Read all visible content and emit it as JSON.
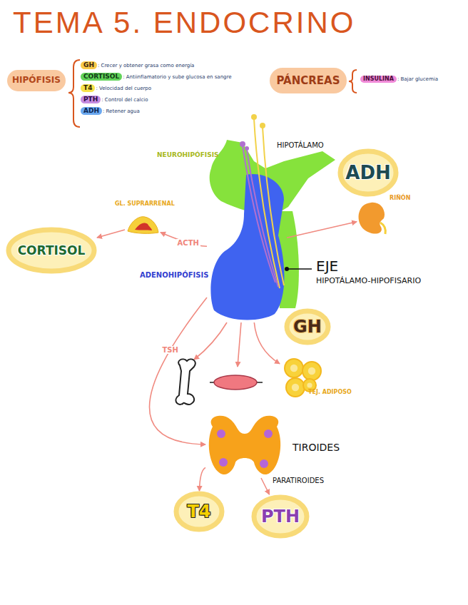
{
  "diagram": {
    "title": "TEMA 5. ENDOCRINO",
    "nodes": [
      {
        "text": [
          "HIPÓFISIS"
        ]
      },
      {
        "text": [
          "PÁNCREAS"
        ]
      },
      {
        "text": [
          "ADH"
        ]
      },
      {
        "text": [
          "CORTISOL"
        ]
      },
      {
        "text": [
          "GH"
        ]
      },
      {
        "text": [
          "T4"
        ]
      },
      {
        "text": [
          "PTH"
        ]
      },
      {
        "text": [
          "ADENOHIPÓFISIS"
        ]
      },
      {
        "text": [
          "GL. SUPRARRENAL"
        ]
      },
      {
        "text": [
          "RIÑÓN"
        ]
      },
      {
        "text": [
          "TEJ. ADIPOSO"
        ]
      },
      {
        "text": [
          "TIROIDES"
        ]
      }
    ],
    "edges": [
      {
        "from": 7,
        "to": 8,
        "label": "ACTH",
        "arrow": "to"
      },
      {
        "from": 8,
        "to": 3,
        "arrow": "to"
      },
      {
        "from": 7,
        "to": 9,
        "arrow": "to"
      },
      {
        "from": 7,
        "to": 11,
        "label": "TSH",
        "arrow": "to"
      },
      {
        "from": 7,
        "to": 10,
        "arrow": "to"
      },
      {
        "from": 11,
        "to": 5,
        "arrow": "to"
      },
      {
        "from": 11,
        "to": 6,
        "arrow": "to"
      }
    ],
    "labels": [
      "GH",
      ": Crecer y obtener grasa como energía",
      "CORTISOL",
      ": Antiinflamatorio y sube glucosa en sangre",
      "T4",
      ": Velocidad del cuerpo",
      "PTH",
      ": Control del calcio",
      "ADH",
      ": Retener agua",
      "INSULINA",
      ": Bajar glucemia",
      "NEUROHIPÓFISIS",
      "HIPOTÁLAMO",
      "EJE",
      "HIPOTÁLAMO-HIPOFISARIO",
      "PARATIROIDES"
    ]
  }
}
